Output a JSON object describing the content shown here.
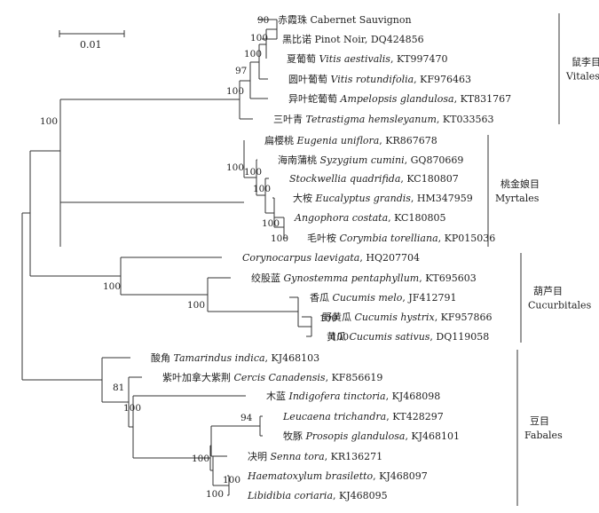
{
  "scale_bar": {
    "label": "0.01"
  },
  "taxa": [
    {
      "zh": "赤霞珠",
      "latin": "Cabernet Sauvignon",
      "italic": false,
      "accession": ""
    },
    {
      "zh": "黑比诺",
      "latin": "Pinot Noir",
      "italic": false,
      "accession": "DQ424856"
    },
    {
      "zh": "夏葡萄",
      "latin": "Vitis aestivalis",
      "italic": true,
      "accession": "KT997470"
    },
    {
      "zh": "圆叶葡萄",
      "latin": "Vitis rotundifolia",
      "italic": true,
      "accession": "KF976463"
    },
    {
      "zh": "异叶蛇葡萄",
      "latin": "Ampelopsis glandulosa",
      "italic": true,
      "accession": "KT831767"
    },
    {
      "zh": "三叶青",
      "latin": "Tetrastigma hemsleyanum",
      "italic": true,
      "accession": "KT033563"
    },
    {
      "zh": "扁樱桃",
      "latin": "Eugenia uniflora",
      "italic": true,
      "accession": "KR867678"
    },
    {
      "zh": "海南蒲桃",
      "latin": "Syzygium cumini",
      "italic": true,
      "accession": "GQ870669"
    },
    {
      "zh": "",
      "latin": "Stockwellia quadrifida",
      "italic": true,
      "accession": "KC180807"
    },
    {
      "zh": "大桉",
      "latin": "Eucalyptus grandis",
      "italic": true,
      "accession": "HM347959"
    },
    {
      "zh": "",
      "latin": "Angophora costata",
      "italic": true,
      "accession": "KC180805"
    },
    {
      "zh": "毛叶桉",
      "latin": "Corymbia torelliana",
      "italic": true,
      "accession": "KP015036"
    },
    {
      "zh": "",
      "latin": "Corynocarpus laevigata",
      "italic": true,
      "accession": "HQ207704"
    },
    {
      "zh": "绞股蓝",
      "latin": "Gynostemma pentaphyllum",
      "italic": true,
      "accession": "KT695603"
    },
    {
      "zh": "香瓜",
      "latin": "Cucumis melo",
      "italic": true,
      "accession": "JF412791"
    },
    {
      "zh": "野黄瓜",
      "latin": "Cucumis hystrix",
      "italic": true,
      "accession": "KF957866"
    },
    {
      "zh": "黄瓜",
      "latin": "Cucumis sativus",
      "italic": true,
      "accession": "DQ119058"
    },
    {
      "zh": "酸角",
      "latin": "Tamarindus indica",
      "italic": true,
      "accession": "KJ468103"
    },
    {
      "zh": "紫叶加拿大紫荆",
      "latin": "Cercis Canadensis",
      "italic": true,
      "accession": "KF856619"
    },
    {
      "zh": "木蓝",
      "latin": "Indigofera tinctoria",
      "italic": true,
      "accession": "KJ468098"
    },
    {
      "zh": "",
      "latin": "Leucaena trichandra",
      "italic": true,
      "accession": "KT428297"
    },
    {
      "zh": "牧豚",
      "latin": "Prosopis glandulosa",
      "italic": true,
      "accession": "KJ468101"
    },
    {
      "zh": "决明",
      "latin": "Senna tora",
      "italic": true,
      "accession": "KR136271"
    },
    {
      "zh": "",
      "latin": "Haematoxylum brasiletto",
      "italic": true,
      "accession": "KJ468097"
    },
    {
      "zh": "",
      "latin": "Libidibia coriaria",
      "italic": true,
      "accession": "KJ468095"
    }
  ],
  "bootstrap": [
    "90",
    "100",
    "100",
    "97",
    "100",
    "100",
    "100",
    "100",
    "100",
    "100",
    "100",
    "100",
    "100",
    "100",
    "100",
    "94",
    "100",
    "100",
    "100",
    "81",
    "100"
  ],
  "orders": [
    {
      "zh": "鼠李目",
      "latin": "Vitales"
    },
    {
      "zh": "桃金娘目",
      "latin": "Myrtales"
    },
    {
      "zh": "葫芦目",
      "latin": "Cucurbitales"
    },
    {
      "zh": "豆目",
      "latin": "Fabales"
    }
  ]
}
